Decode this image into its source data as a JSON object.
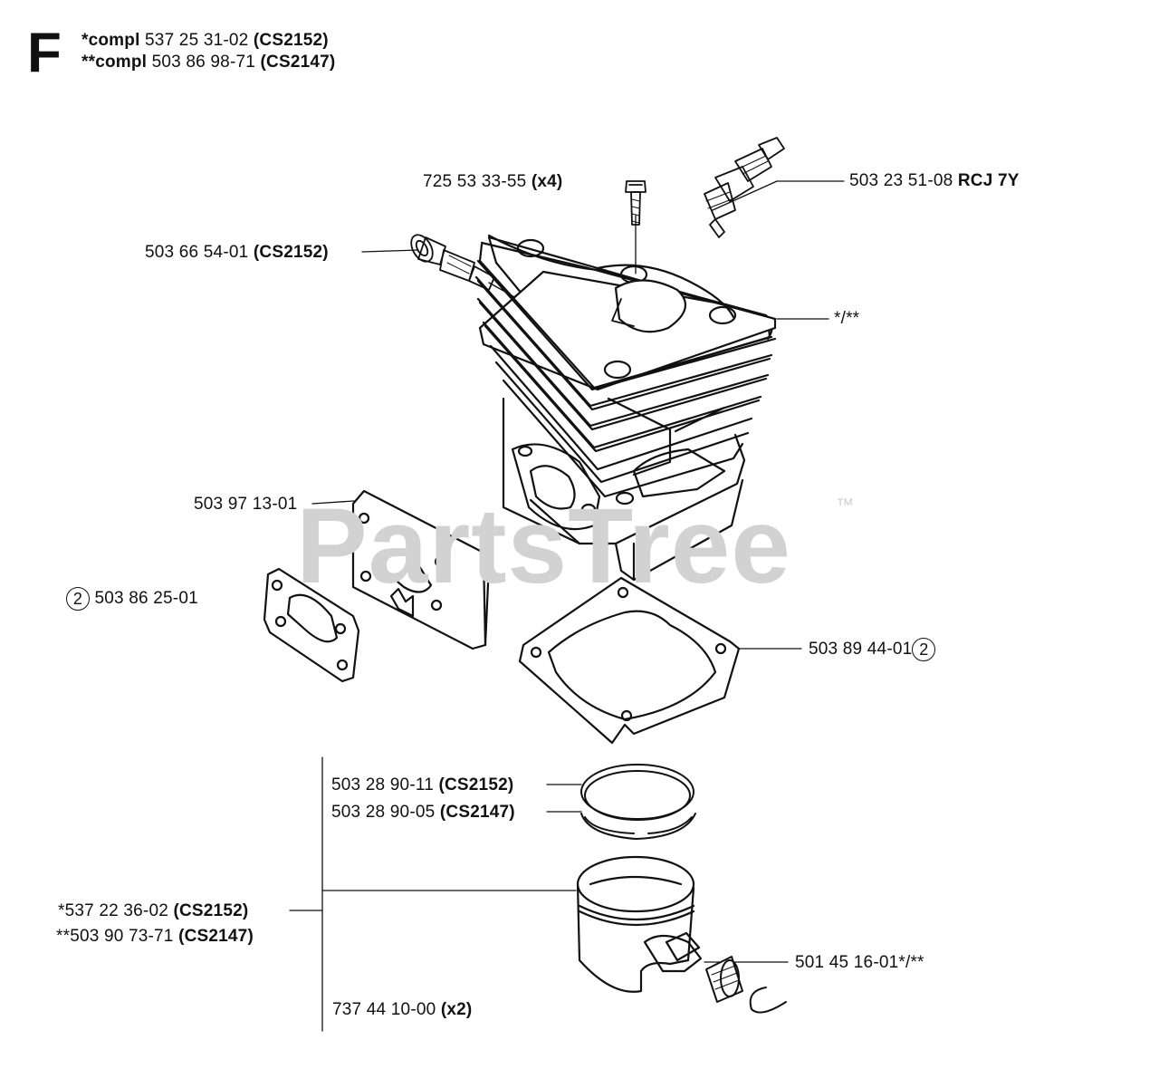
{
  "section_letter": "F",
  "header": {
    "line1": {
      "prefix": "*compl",
      "part": "537 25 31-02",
      "model": "(CS2152)"
    },
    "line2": {
      "prefix": "**compl",
      "part": "503 86 98-71",
      "model": "(CS2147)"
    }
  },
  "watermark": {
    "text": "PartsTree",
    "tm": "™"
  },
  "callouts": {
    "screw": {
      "part": "725 53 33-55",
      "qty": "(x4)"
    },
    "spark_plug": {
      "part": "503 23 51-08",
      "type": "RCJ 7Y"
    },
    "decomp_valve": {
      "part": "503 66 54-01",
      "model": "(CS2152)"
    },
    "cylinder": {
      "text": "*/**"
    },
    "plate": {
      "part": "503 97 13-01"
    },
    "exhaust_gasket": {
      "ref": "2",
      "part": "503 86 25-01"
    },
    "cylinder_gasket": {
      "part": "503 89 44-01",
      "ref": "2"
    },
    "ring_a": {
      "part": "503 28 90-11",
      "model": "(CS2152)"
    },
    "ring_b": {
      "part": "503 28 90-05",
      "model": "(CS2147)"
    },
    "piston_a": {
      "part": "*537 22 36-02",
      "model": "(CS2152)"
    },
    "piston_b": {
      "part": "**503 90 73-71",
      "model": "(CS2147)"
    },
    "bearing": {
      "part": "501 45 16-01*/**"
    },
    "circlip": {
      "part": "737 44 10-00",
      "qty": "(x2)"
    }
  }
}
